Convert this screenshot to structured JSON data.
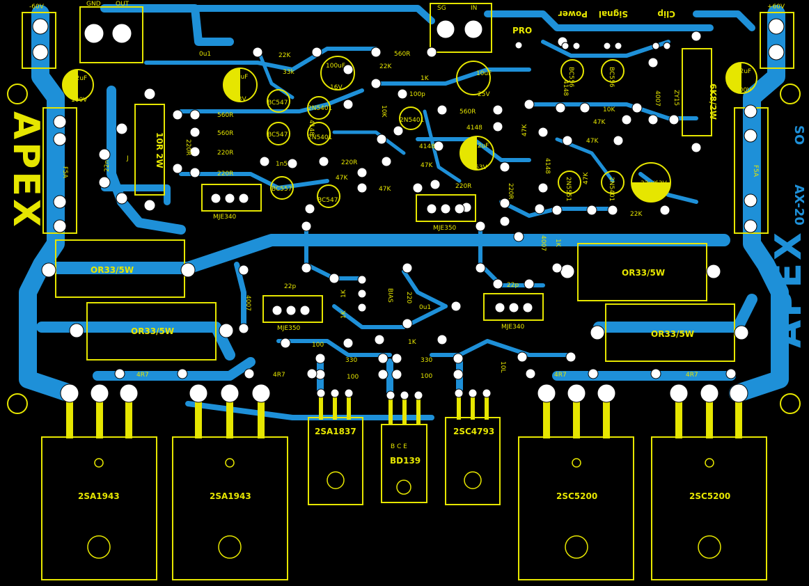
{
  "colors": {
    "background": "#000000",
    "copper": "#1e90d8",
    "silkscreen": "#e6e600",
    "pad": "#ffffff"
  },
  "brand": {
    "logo_left": "APEX",
    "logo_right": "APEX",
    "model": "AX-20",
    "suffix": "SO"
  },
  "connectors": {
    "supply_neg": "-60V",
    "supply_pos": "+60V",
    "output_gnd": "GND",
    "output_out": "OUT",
    "input_sg": "SG",
    "input_in": "IN",
    "pro": "PRO"
  },
  "leds": {
    "power": "Power",
    "signal": "Signal",
    "clip": "Clip"
  },
  "parts": {
    "cap_2u2_left": "2.2uF",
    "cap_2u2_left_v": "100V",
    "cap_2u2_right": "2.2uF",
    "cap_2u2_right_v": "100V",
    "cap_22u_a": "22uF",
    "cap_22u_a_v": "63V",
    "cap_100u": "100uF",
    "cap_100u_v": "16V",
    "cap_10u": "10uF",
    "cap_10u_v": "25V",
    "cap_22u_b": "22uF",
    "cap_22u_b_v": "63V",
    "cap_22u_c": "22u/63V",
    "c_0u1_a": "0u1",
    "c_0u1_b": "0u1",
    "c_22n": "22n",
    "c_1n5": "1n5",
    "c_100p": "100p",
    "c_22p_a": "22p",
    "c_22p_b": "22p",
    "r_10r_2w": "10R 2W",
    "r_22k_a": "22K",
    "r_22k_b": "22K",
    "r_22k_c": "22K",
    "r_33k": "33k",
    "r_560r_a": "560R",
    "r_560r_b": "560R",
    "r_560r_c": "560R",
    "r_560r_d": "560R",
    "r_220r_a": "220R",
    "r_220r_b": "220R",
    "r_220r_c": "220R",
    "r_220r_d": "220R",
    "r_220r_e": "220R",
    "r_220r_f": "220R",
    "r_1k_a": "1K",
    "r_1k_b": "1K",
    "r_1k_c": "1K",
    "r_1k_d": "1K",
    "r_10k_a": "10K",
    "r_10k_b": "10K",
    "r_10l": "10L",
    "r_47k_a": "47K",
    "r_47k_b": "47K",
    "r_47k_c": "47K",
    "r_47k_d": "47K",
    "r_47k_e": "47K",
    "r_47k_f": "47K",
    "r_47k_g": "47K",
    "r_6k8": "6K8/2W",
    "r_4r7_a": "4R7",
    "r_4r7_b": "4R7",
    "r_4r7_c": "4R7",
    "r_4r7_d": "4R7",
    "r_100_a": "100",
    "r_100_b": "100",
    "r_100_c": "100",
    "r_330_a": "330",
    "r_330_b": "330",
    "r_220": "220",
    "r_1k_bias": "1K",
    "or33_a": "OR33/5W",
    "or33_b": "OR33/5W",
    "or33_c": "OR33/5W",
    "or33_d": "OR33/5W",
    "bias": "BIAS",
    "fuse_left": "F5A",
    "fuse_right": "F5A",
    "d_4148_a": "4148",
    "d_4148_b": "4148",
    "d_4148_c": "4148",
    "d_4148_d": "4148",
    "d_4148_e": "4148",
    "d_4007_a": "4007",
    "d_4007_b": "4007",
    "d_4007_c": "4007",
    "zener": "ZY15",
    "jumper": "J",
    "q_bc547_a": "BC547",
    "q_bc547_b": "BC547",
    "q_bc547_c": "BC547",
    "q_bc557": "BC557",
    "q_2n5401_a": "2N5401",
    "q_2n5401_b": "2N5401",
    "q_2n5401_c": "2N5401",
    "q_bc556_a": "BC556",
    "q_bc556_b": "BC556",
    "q_2n5551": "2N5551",
    "q_2n5401_d": "2N5401",
    "mje340_a": "MJE340",
    "mje340_b": "MJE340",
    "mje350_a": "MJE350",
    "mje350_b": "MJE350",
    "driver_pnp": "2SA1837",
    "bias_transistor": "BD139",
    "bd139_pins": "B  C  E",
    "driver_npn": "2SC4793",
    "out_pnp_1": "2SA1943",
    "out_pnp_2": "2SA1943",
    "out_npn_1": "2SC5200",
    "out_npn_2": "2SC5200"
  }
}
